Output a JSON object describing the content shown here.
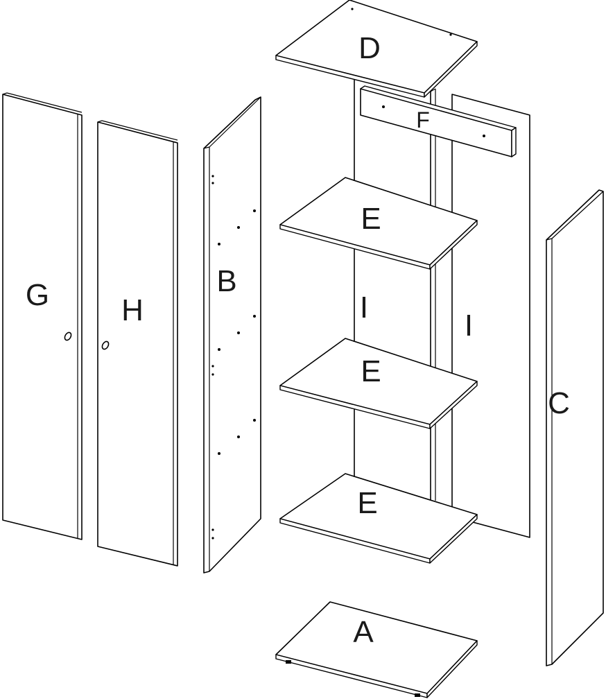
{
  "labels": {
    "a": "A",
    "b": "B",
    "c": "C",
    "d": "D",
    "e1": "E",
    "e2": "E",
    "e3": "E",
    "f": "F",
    "g": "G",
    "h": "H",
    "i1": "I",
    "i2": "I"
  }
}
